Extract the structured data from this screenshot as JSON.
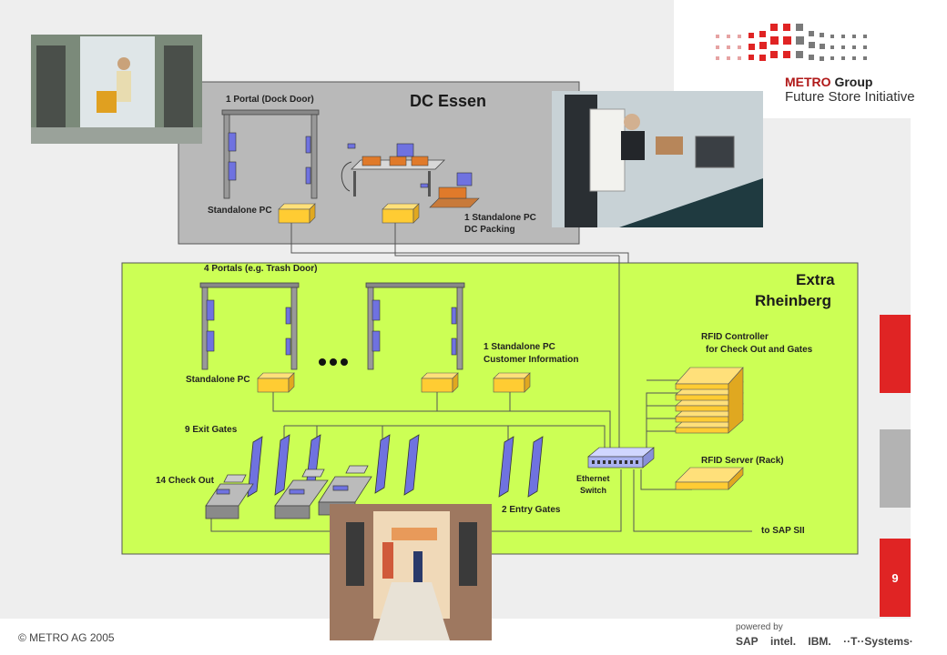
{
  "colors": {
    "essen_bg": "#b9b9b9",
    "rheinberg_bg": "#ccff55",
    "pc_yellow": "#ffcc33",
    "portal_blue": "#6f72e0",
    "metro_red": "#e02424",
    "side_gray": "#b3b3b3"
  },
  "dc_essen": {
    "title": "DC Essen",
    "portal_label": "1 Portal (Dock Door)",
    "standalone_pc_label": "Standalone PC",
    "packing_pc_line1": "1 Standalone PC",
    "packing_pc_line2": "DC Packing"
  },
  "rheinberg": {
    "title_line1": "Extra",
    "title_line2": "Rheinberg",
    "portals_label": "4 Portals (e.g. Trash Door)",
    "standalone_pc_label": "Standalone PC",
    "customer_pc_line1": "1 Standalone PC",
    "customer_pc_line2": "Customer Information",
    "exit_gates_label": "9 Exit Gates",
    "checkout_label": "14 Check Out",
    "entry_gates_label": "2 Entry Gates",
    "ethernet_line1": "Ethernet",
    "ethernet_line2": "Switch",
    "rfid_controller_line1": "RFID Controller",
    "rfid_controller_line2": "for Check Out and Gates",
    "rfid_server_label": "RFID Server (Rack)",
    "sap_label": "to SAP SII"
  },
  "branding": {
    "metro_group_brand": "METRO",
    "metro_group_suffix": "Group",
    "future_store": "Future Store Initiative",
    "copyright": "© METRO AG 2005",
    "page_number": "9",
    "powered_by": "powered by",
    "sponsors": [
      "SAP",
      "intel.",
      "IBM.",
      "··T··Systems·"
    ]
  }
}
